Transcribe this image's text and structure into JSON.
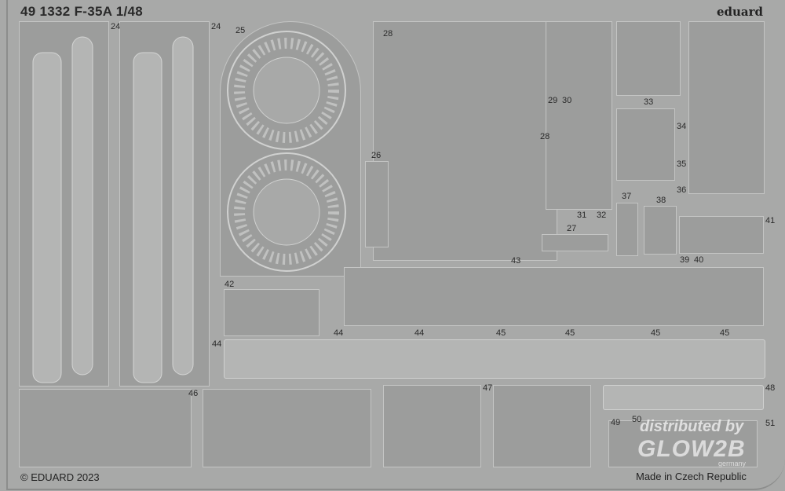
{
  "header": {
    "title": "49 1332 F-35A 1/48",
    "brand": "eduard"
  },
  "footer": {
    "copyright": "© EDUARD 2023",
    "made_in": "Made in Czech Republic"
  },
  "watermark": {
    "line1": "distributed by",
    "line2": "GLOW2B",
    "line3": "germany"
  },
  "part_labels": [
    "24",
    "24",
    "25",
    "26",
    "27",
    "28",
    "28",
    "29",
    "30",
    "31",
    "32",
    "33",
    "34",
    "35",
    "36",
    "37",
    "38",
    "39",
    "40",
    "41",
    "42",
    "43",
    "44",
    "44",
    "44",
    "45",
    "45",
    "45",
    "45",
    "46",
    "47",
    "48",
    "49",
    "50",
    "51"
  ]
}
